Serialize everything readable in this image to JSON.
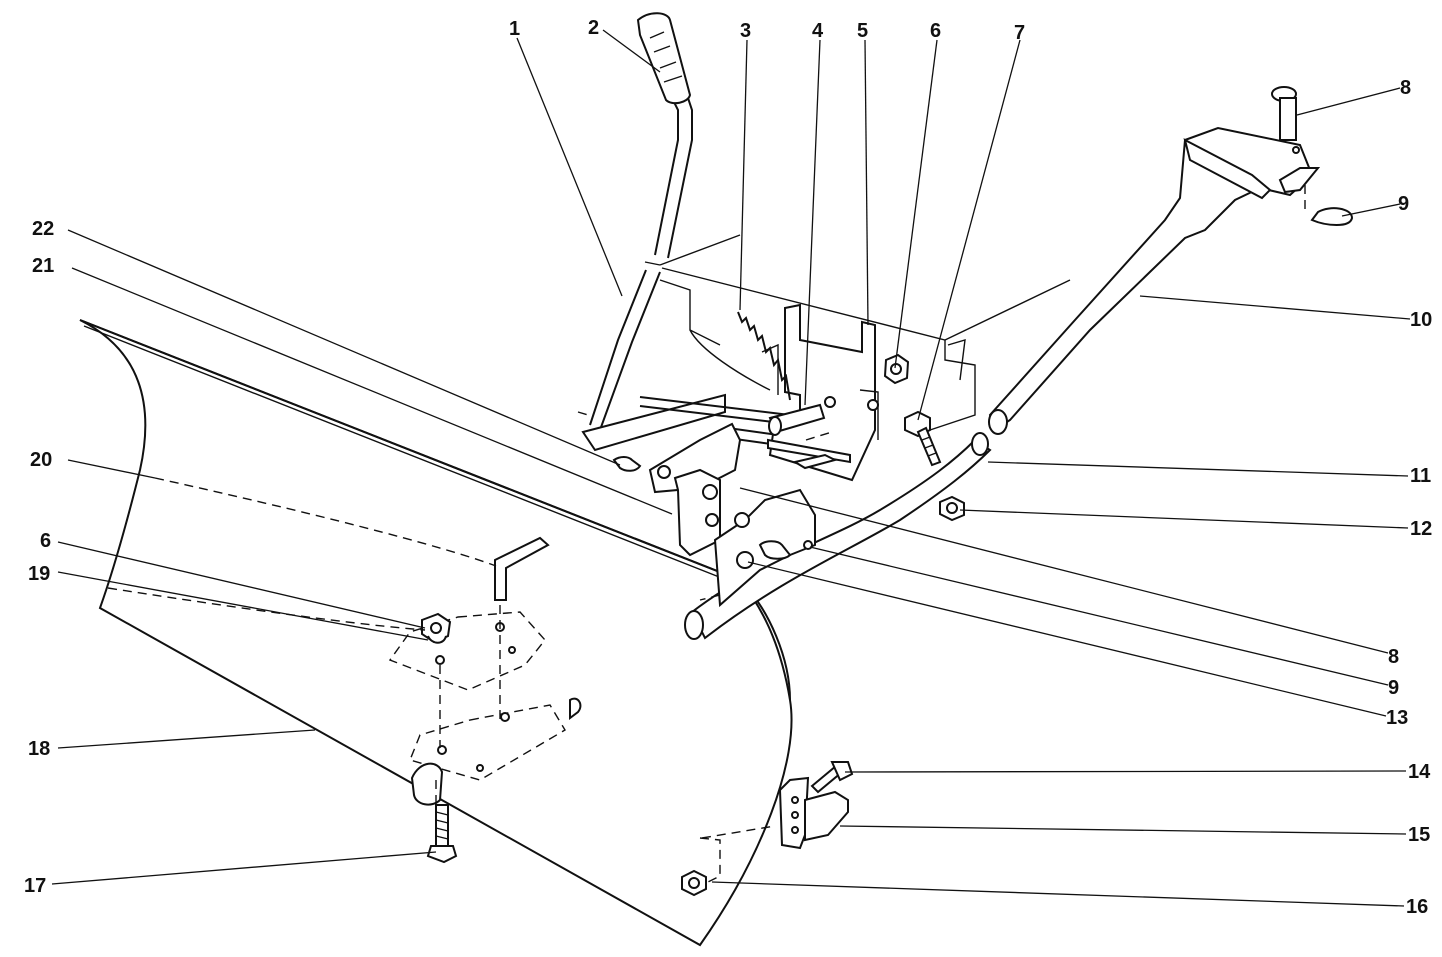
{
  "callouts": [
    {
      "id": "c1",
      "text": "1"
    },
    {
      "id": "c2",
      "text": "2"
    },
    {
      "id": "c3",
      "text": "3"
    },
    {
      "id": "c4",
      "text": "4"
    },
    {
      "id": "c5",
      "text": "5"
    },
    {
      "id": "c6a",
      "text": "6"
    },
    {
      "id": "c7",
      "text": "7"
    },
    {
      "id": "c8a",
      "text": "8"
    },
    {
      "id": "c9a",
      "text": "9"
    },
    {
      "id": "c10",
      "text": "10"
    },
    {
      "id": "c11",
      "text": "11"
    },
    {
      "id": "c12",
      "text": "12"
    },
    {
      "id": "c8b",
      "text": "8"
    },
    {
      "id": "c9b",
      "text": "9"
    },
    {
      "id": "c13",
      "text": "13"
    },
    {
      "id": "c14",
      "text": "14"
    },
    {
      "id": "c15",
      "text": "15"
    },
    {
      "id": "c16",
      "text": "16"
    },
    {
      "id": "c17",
      "text": "17"
    },
    {
      "id": "c18",
      "text": "18"
    },
    {
      "id": "c19",
      "text": "19"
    },
    {
      "id": "c6b",
      "text": "6"
    },
    {
      "id": "c20",
      "text": "20"
    },
    {
      "id": "c21",
      "text": "21"
    },
    {
      "id": "c22",
      "text": "22"
    }
  ]
}
